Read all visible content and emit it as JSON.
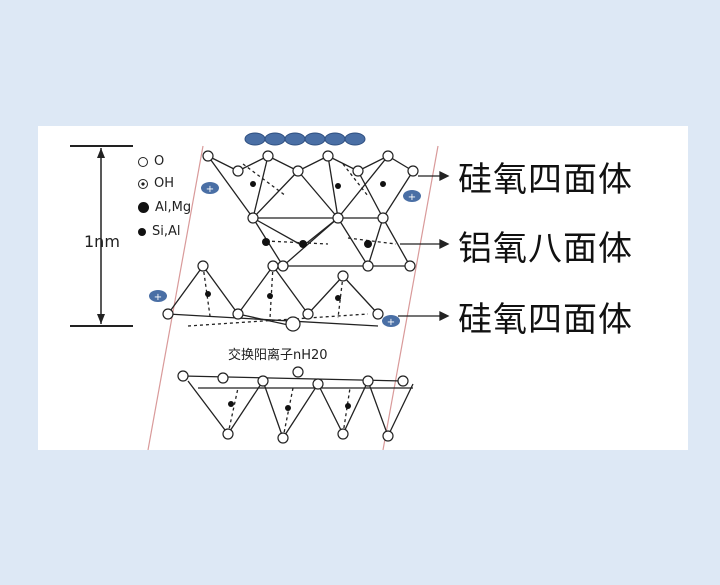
{
  "legend": [
    {
      "symbol": "open-circle",
      "label": "O"
    },
    {
      "symbol": "dotted-circle",
      "label": "OH"
    },
    {
      "symbol": "large-filled-circle",
      "label": "Al,Mg"
    },
    {
      "symbol": "small-filled-circle",
      "label": "Si,Al"
    }
  ],
  "scale": {
    "label": "1nm"
  },
  "exchange_label": "交换阳离子nH20",
  "layers": [
    {
      "label": "硅氧四面体"
    },
    {
      "label": "铝氧八面体"
    },
    {
      "label": "硅氧四面体"
    }
  ],
  "colors": {
    "background": "#dde8f5",
    "panel": "#ffffff",
    "cation": "#4a6fa5",
    "boundary": "#d99a9a"
  }
}
